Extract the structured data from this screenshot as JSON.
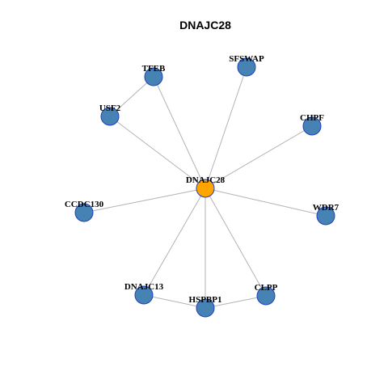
{
  "title": "DNAJC28",
  "colors": {
    "hub_fill": "#FFA500",
    "node_fill": "#4682B4",
    "node_stroke": "#1F3FBF",
    "edge": "#B3B3B3"
  },
  "nodes": [
    {
      "id": "DNAJC28",
      "role": "hub"
    },
    {
      "id": "SFSWAP",
      "role": "neighbor"
    },
    {
      "id": "TFEB",
      "role": "neighbor"
    },
    {
      "id": "USF2",
      "role": "neighbor"
    },
    {
      "id": "CHPF",
      "role": "neighbor"
    },
    {
      "id": "CCDC130",
      "role": "neighbor"
    },
    {
      "id": "WDR7",
      "role": "neighbor"
    },
    {
      "id": "DNAJC13",
      "role": "neighbor"
    },
    {
      "id": "HSPBP1",
      "role": "neighbor"
    },
    {
      "id": "CLPP",
      "role": "neighbor"
    }
  ],
  "edges": [
    [
      "DNAJC28",
      "SFSWAP"
    ],
    [
      "DNAJC28",
      "TFEB"
    ],
    [
      "DNAJC28",
      "USF2"
    ],
    [
      "DNAJC28",
      "CHPF"
    ],
    [
      "DNAJC28",
      "CCDC130"
    ],
    [
      "DNAJC28",
      "WDR7"
    ],
    [
      "DNAJC28",
      "DNAJC13"
    ],
    [
      "DNAJC28",
      "HSPBP1"
    ],
    [
      "DNAJC28",
      "CLPP"
    ],
    [
      "TFEB",
      "USF2"
    ],
    [
      "DNAJC13",
      "HSPBP1"
    ],
    [
      "HSPBP1",
      "CLPP"
    ]
  ]
}
